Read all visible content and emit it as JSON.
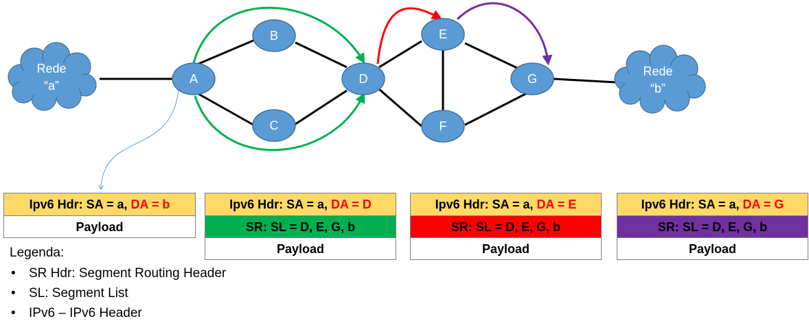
{
  "colors": {
    "node_fill": "#5b9bd5",
    "node_stroke": "#41719c",
    "header_fill": "#ffd966",
    "path_green": "#00b050",
    "path_red": "#ff0000",
    "path_purple": "#7030a0",
    "da_text": "#ff0000"
  },
  "nodes": {
    "A": "A",
    "B": "B",
    "C": "C",
    "D": "D",
    "E": "E",
    "F": "F",
    "G": "G"
  },
  "clouds": {
    "a": {
      "line1": "Rede",
      "line2": "“a”"
    },
    "b": {
      "line1": "Rede",
      "line2": "“b”"
    }
  },
  "packets": [
    {
      "header_prefix": "Ipv6 Hdr: SA = a, ",
      "header_da": "DA = b",
      "payload": "Payload"
    },
    {
      "header_prefix": "Ipv6 Hdr: SA = a, ",
      "header_da": "DA = D",
      "sr": "SR: SL = D, E, G, b",
      "payload": "Payload"
    },
    {
      "header_prefix": "Ipv6 Hdr: SA = a, ",
      "header_da": "DA = E",
      "sr": "SR: SL = D, E, G, b",
      "payload": "Payload"
    },
    {
      "header_prefix": "Ipv6 Hdr: SA = a, ",
      "header_da": "DA = G",
      "sr": "SR: SL = D, E, G, b",
      "payload": "Payload"
    }
  ],
  "legend": {
    "title": "Legenda:",
    "items": [
      "SR Hdr: Segment Routing Header",
      "SL: Segment List",
      "IPv6 – IPv6 Header"
    ],
    "bullet": "•"
  }
}
